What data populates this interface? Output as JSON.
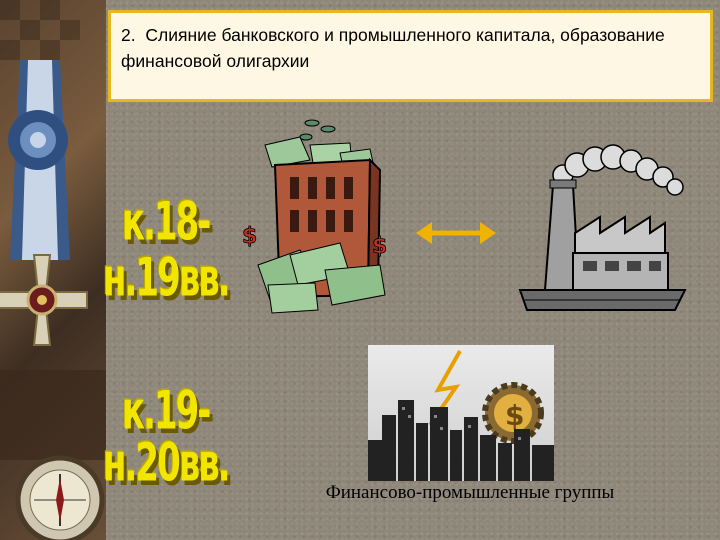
{
  "title": {
    "number": "2.",
    "text": "Слияние банковского и промышленного капитала, образование финансовой олигархии"
  },
  "periods": [
    {
      "line1": "к.18-",
      "line2": "н.19вв."
    },
    {
      "line1": "к.19-",
      "line2": "н.20вв."
    }
  ],
  "caption": "Финансово-промышленные группы",
  "icons": {
    "bank": "bank-building-money-icon",
    "arrow": "double-arrow-icon",
    "factory": "factory-icon",
    "city": "city-skyline-icon",
    "medal": "medal-decoration-icon"
  },
  "colors": {
    "title_border": "#e6b820",
    "period_text": "#f2e600",
    "arrow": "#f0b400"
  }
}
